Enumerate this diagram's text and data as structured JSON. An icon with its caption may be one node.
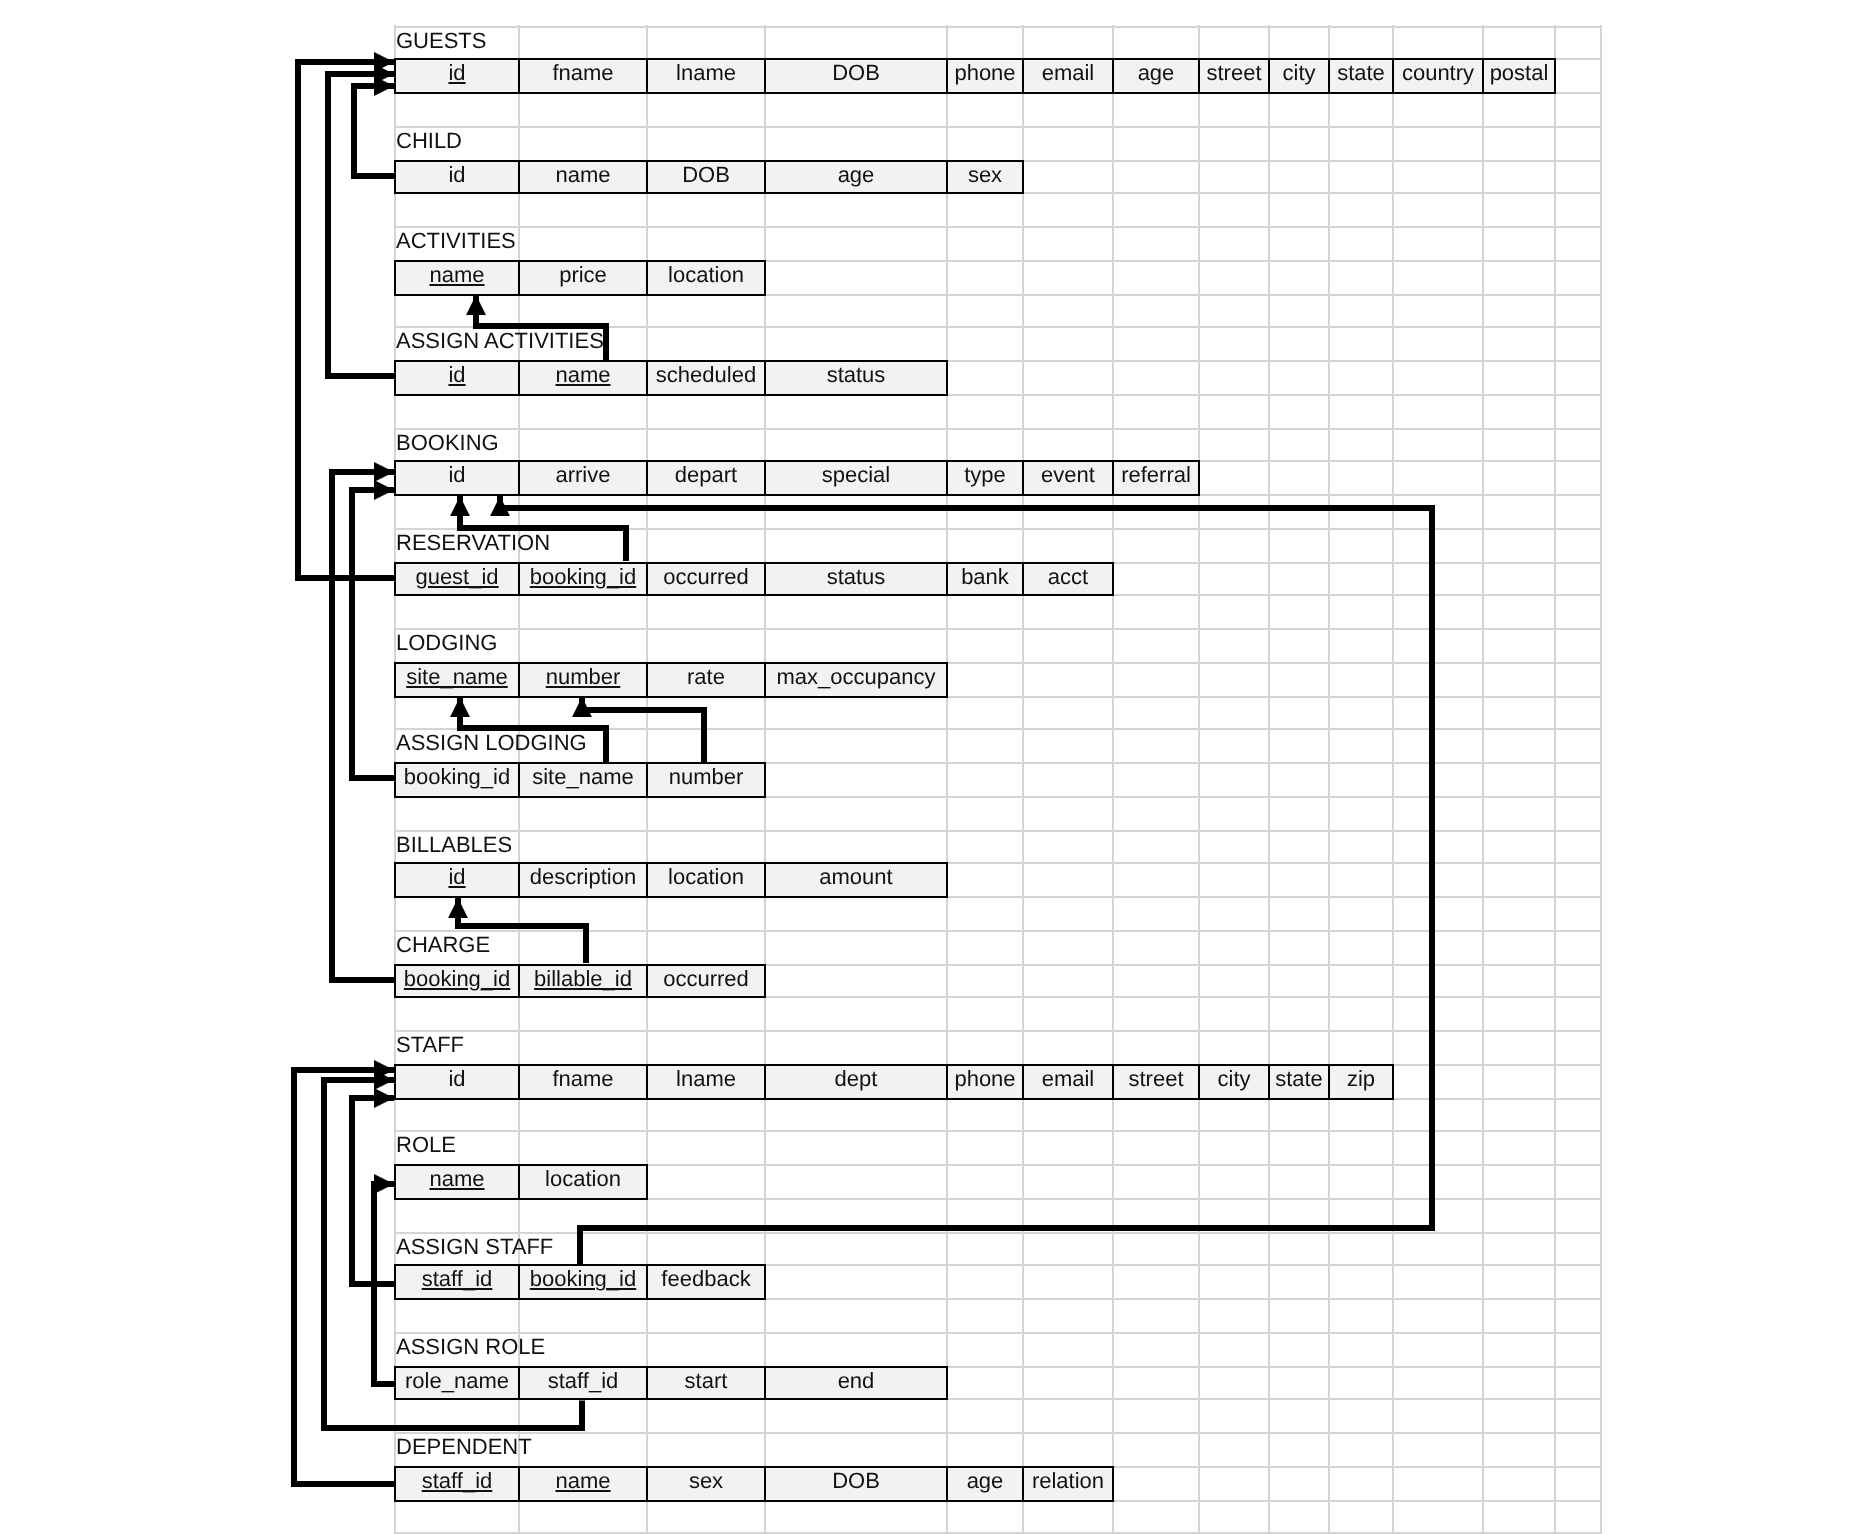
{
  "diagram": {
    "nodes": [
      {
        "text": [
          "GUESTS"
        ]
      },
      {
        "text": [
          "id"
        ],
        "in": 0
      },
      {
        "text": [
          "fname"
        ],
        "in": 0
      },
      {
        "text": [
          "lname"
        ],
        "in": 0
      },
      {
        "text": [
          "DOB"
        ],
        "in": 0
      },
      {
        "text": [
          "phone"
        ],
        "in": 0
      },
      {
        "text": [
          "email"
        ],
        "in": 0
      },
      {
        "text": [
          "age"
        ],
        "in": 0
      },
      {
        "text": [
          "street"
        ],
        "in": 0
      },
      {
        "text": [
          "city"
        ],
        "in": 0
      },
      {
        "text": [
          "state"
        ],
        "in": 0
      },
      {
        "text": [
          "country"
        ],
        "in": 0
      },
      {
        "text": [
          "postal"
        ],
        "in": 0
      },
      {
        "text": [
          "CHILD"
        ]
      },
      {
        "text": [
          "id"
        ],
        "in": 13
      },
      {
        "text": [
          "name"
        ],
        "in": 13
      },
      {
        "text": [
          "DOB"
        ],
        "in": 13
      },
      {
        "text": [
          "age"
        ],
        "in": 13
      },
      {
        "text": [
          "sex"
        ],
        "in": 13
      },
      {
        "text": [
          "ACTIVITIES"
        ]
      },
      {
        "text": [
          "name"
        ],
        "in": 19
      },
      {
        "text": [
          "price"
        ],
        "in": 19
      },
      {
        "text": [
          "location"
        ],
        "in": 19
      },
      {
        "text": [
          "ASSIGN ACTIVITIES"
        ]
      },
      {
        "text": [
          "id"
        ],
        "in": 23
      },
      {
        "text": [
          "name"
        ],
        "in": 23
      },
      {
        "text": [
          "scheduled"
        ],
        "in": 23
      },
      {
        "text": [
          "status"
        ],
        "in": 23
      },
      {
        "text": [
          "BOOKING"
        ]
      },
      {
        "text": [
          "id"
        ],
        "in": 28
      },
      {
        "text": [
          "arrive"
        ],
        "in": 28
      },
      {
        "text": [
          "depart"
        ],
        "in": 28
      },
      {
        "text": [
          "special"
        ],
        "in": 28
      },
      {
        "text": [
          "type"
        ],
        "in": 28
      },
      {
        "text": [
          "event"
        ],
        "in": 28
      },
      {
        "text": [
          "referral"
        ],
        "in": 28
      },
      {
        "text": [
          "RESERVATION"
        ]
      },
      {
        "text": [
          "guest_id"
        ],
        "in": 36
      },
      {
        "text": [
          "booking_id"
        ],
        "in": 36
      },
      {
        "text": [
          "occurred"
        ],
        "in": 36
      },
      {
        "text": [
          "status"
        ],
        "in": 36
      },
      {
        "text": [
          "bank"
        ],
        "in": 36
      },
      {
        "text": [
          "acct"
        ],
        "in": 36
      },
      {
        "text": [
          "LODGING"
        ]
      },
      {
        "text": [
          "site_name"
        ],
        "in": 43
      },
      {
        "text": [
          "number"
        ],
        "in": 43
      },
      {
        "text": [
          "rate"
        ],
        "in": 43
      },
      {
        "text": [
          "max_occupancy"
        ],
        "in": 43
      },
      {
        "text": [
          "ASSIGN LODGING"
        ]
      },
      {
        "text": [
          "booking_id"
        ],
        "in": 48
      },
      {
        "text": [
          "site_name"
        ],
        "in": 48
      },
      {
        "text": [
          "number"
        ],
        "in": 48
      },
      {
        "text": [
          "BILLABLES"
        ]
      },
      {
        "text": [
          "id"
        ],
        "in": 52
      },
      {
        "text": [
          "description"
        ],
        "in": 52
      },
      {
        "text": [
          "location"
        ],
        "in": 52
      },
      {
        "text": [
          "amount"
        ],
        "in": 52
      },
      {
        "text": [
          "CHARGE"
        ]
      },
      {
        "text": [
          "booking_id"
        ],
        "in": 57
      },
      {
        "text": [
          "billable_id"
        ],
        "in": 57
      },
      {
        "text": [
          "occurred"
        ],
        "in": 57
      },
      {
        "text": [
          "STAFF"
        ]
      },
      {
        "text": [
          "id"
        ],
        "in": 61
      },
      {
        "text": [
          "fname"
        ],
        "in": 61
      },
      {
        "text": [
          "lname"
        ],
        "in": 61
      },
      {
        "text": [
          "dept"
        ],
        "in": 61
      },
      {
        "text": [
          "phone"
        ],
        "in": 61
      },
      {
        "text": [
          "email"
        ],
        "in": 61
      },
      {
        "text": [
          "street"
        ],
        "in": 61
      },
      {
        "text": [
          "city"
        ],
        "in": 61
      },
      {
        "text": [
          "state"
        ],
        "in": 61
      },
      {
        "text": [
          "zip"
        ],
        "in": 61
      },
      {
        "text": [
          "ROLE"
        ]
      },
      {
        "text": [
          "name"
        ],
        "in": 72
      },
      {
        "text": [
          "location"
        ],
        "in": 72
      },
      {
        "text": [
          "ASSIGN STAFF"
        ]
      },
      {
        "text": [
          "staff_id"
        ],
        "in": 75
      },
      {
        "text": [
          "booking_id"
        ],
        "in": 75
      },
      {
        "text": [
          "feedback"
        ],
        "in": 75
      },
      {
        "text": [
          "ASSIGN ROLE"
        ]
      },
      {
        "text": [
          "role_name"
        ],
        "in": 79
      },
      {
        "text": [
          "staff_id"
        ],
        "in": 79
      },
      {
        "text": [
          "start"
        ],
        "in": 79
      },
      {
        "text": [
          "end"
        ],
        "in": 79
      },
      {
        "text": [
          "DEPENDENT"
        ]
      },
      {
        "text": [
          "staff_id"
        ],
        "in": 84
      },
      {
        "text": [
          "name"
        ],
        "in": 84
      },
      {
        "text": [
          "sex"
        ],
        "in": 84
      },
      {
        "text": [
          "DOB"
        ],
        "in": 84
      },
      {
        "text": [
          "age"
        ],
        "in": 84
      },
      {
        "text": [
          "relation"
        ],
        "in": 84
      }
    ],
    "edges": [
      {
        "from": 37,
        "to": 1,
        "arrow": "to"
      },
      {
        "from": 24,
        "to": 1,
        "arrow": "to"
      },
      {
        "from": 14,
        "to": 1,
        "arrow": "to"
      },
      {
        "from": 25,
        "to": 20,
        "arrow": "to"
      },
      {
        "from": 38,
        "to": 29,
        "arrow": "to"
      },
      {
        "from": 77,
        "to": 29,
        "arrow": "to"
      },
      {
        "from": 49,
        "to": 29,
        "arrow": "to"
      },
      {
        "from": 58,
        "to": 29,
        "arrow": "to"
      },
      {
        "from": 50,
        "to": 44,
        "arrow": "to"
      },
      {
        "from": 51,
        "to": 45,
        "arrow": "to"
      },
      {
        "from": 59,
        "to": 53,
        "arrow": "to"
      },
      {
        "from": 85,
        "to": 62,
        "arrow": "to"
      },
      {
        "from": 81,
        "to": 62,
        "arrow": "to"
      },
      {
        "from": 76,
        "to": 62,
        "arrow": "to"
      },
      {
        "from": 80,
        "to": 73,
        "arrow": "to"
      }
    ]
  }
}
